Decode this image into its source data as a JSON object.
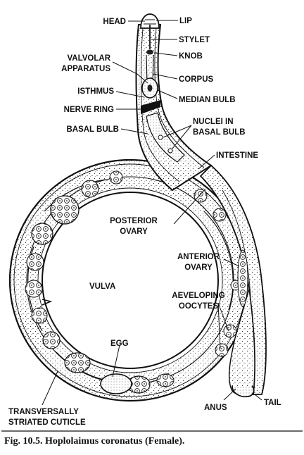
{
  "figure": {
    "caption": "Fig. 10.5. Hoplolaimus coronatus (Female).",
    "labels": {
      "head": "HEAD",
      "lip": "LIP",
      "stylet": "STYLET",
      "knob": "KNOB",
      "valvolar_1": "VALVOLAR",
      "valvolar_2": "APPARATUS",
      "corpus": "CORPUS",
      "isthmus": "ISTHMUS",
      "median_bulb": "MEDIAN BULB",
      "nerve_ring": "NERVE RING",
      "nuclei_1": "NUCLEI IN",
      "nuclei_2": "BASAL BULB",
      "basal_bulb": "BASAL BULB",
      "intestine": "INTESTINE",
      "posterior_1": "POSTERIOR",
      "posterior_2": "OVARY",
      "anterior_1": "ANTERIOR",
      "anterior_2": "OVARY",
      "vulva": "VULVA",
      "aeveloping_1": "AEVELOPING",
      "aeveloping_2": "OOCYTES",
      "egg": "EGG",
      "anus": "ANUS",
      "tail": "TAIL",
      "cuticle_1": "TRANSVERSALLY",
      "cuticle_2": "STRIATED CUTICLE"
    }
  }
}
